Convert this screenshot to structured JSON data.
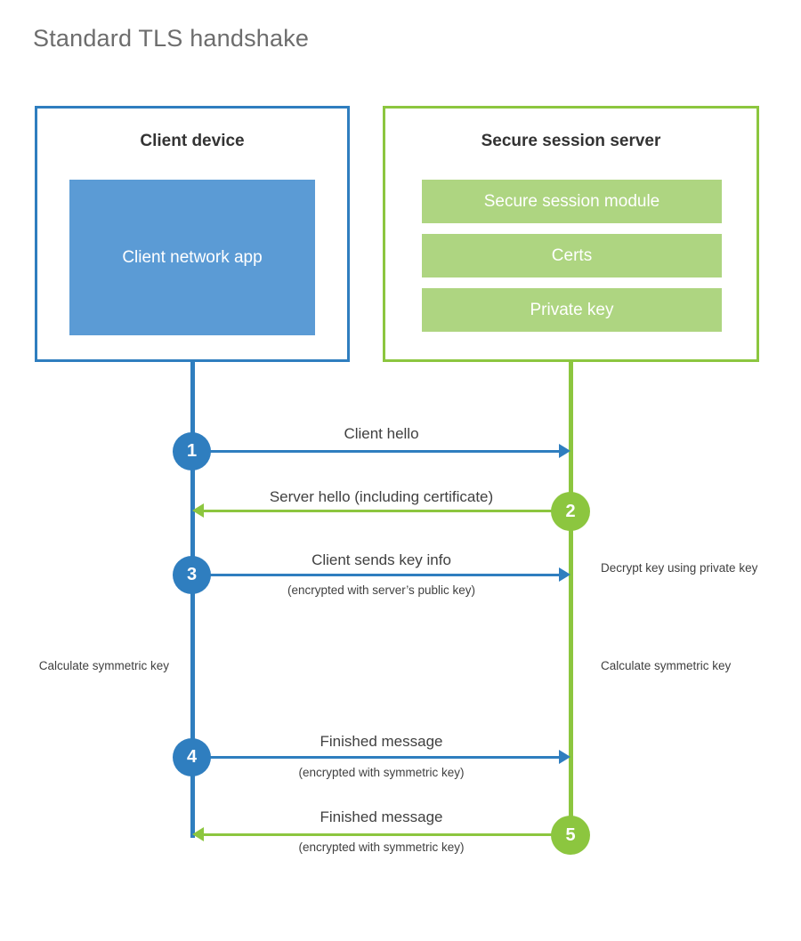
{
  "page": {
    "title": "Standard TLS handshake"
  },
  "colors": {
    "client_accent": "#2f7ebf",
    "client_fill": "#5b9bd5",
    "server_accent": "#8cc63f",
    "server_fill": "#aed581",
    "text": "#404040",
    "title_text": "#6d6d6d",
    "background": "#ffffff"
  },
  "client": {
    "title": "Client device",
    "blocks": [
      {
        "label": "Client network app"
      }
    ]
  },
  "server": {
    "title": "Secure session server",
    "blocks": [
      {
        "label": "Secure session module"
      },
      {
        "label": "Certs"
      },
      {
        "label": "Private key"
      }
    ]
  },
  "steps": [
    {
      "number": "1",
      "from": "client",
      "to": "server",
      "direction": "right",
      "color": "blue",
      "label": "Client hello",
      "sublabel": ""
    },
    {
      "number": "2",
      "from": "server",
      "to": "client",
      "direction": "left",
      "color": "green",
      "label": "Server hello (including certificate)",
      "sublabel": ""
    },
    {
      "number": "3",
      "from": "client",
      "to": "server",
      "direction": "right",
      "color": "blue",
      "label": "Client sends key info",
      "sublabel": "(encrypted with server’s public key)"
    },
    {
      "number": "4",
      "from": "client",
      "to": "server",
      "direction": "right",
      "color": "blue",
      "label": "Finished message",
      "sublabel": "(encrypted with symmetric key)"
    },
    {
      "number": "5",
      "from": "server",
      "to": "client",
      "direction": "left",
      "color": "green",
      "label": "Finished message",
      "sublabel": "(encrypted with symmetric key)"
    }
  ],
  "annotations": {
    "decrypt_note": "Decrypt key using private key",
    "client_calculate_note": "Calculate symmetric key",
    "server_calculate_note": "Calculate symmetric key"
  }
}
